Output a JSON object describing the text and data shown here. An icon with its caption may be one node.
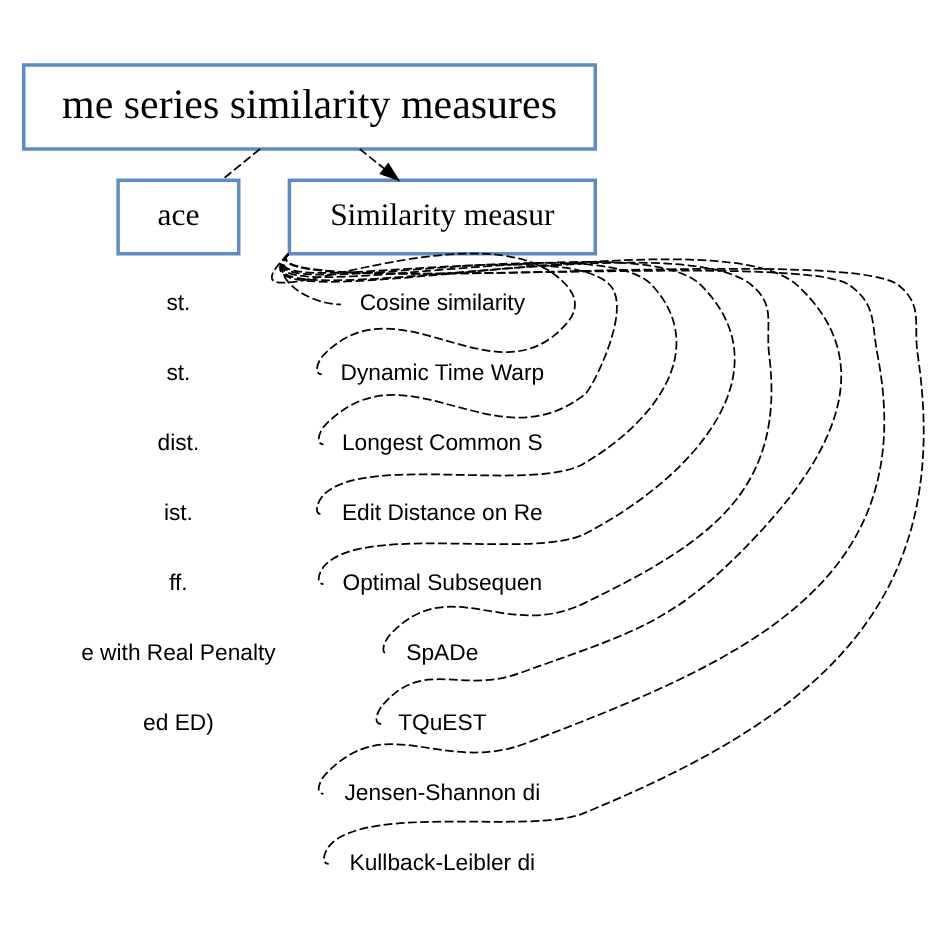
{
  "diagram": {
    "nodes": [
      {
        "text": [
          "me series similarity measures"
        ]
      },
      {
        "text": [
          "ace"
        ]
      },
      {
        "text": [
          "Similarity measur"
        ]
      },
      {
        "text": [
          "Cosine similarity"
        ]
      },
      {
        "text": [
          "Dynamic Time Warp"
        ]
      },
      {
        "text": [
          "Longest Common S"
        ]
      },
      {
        "text": [
          "Edit Distance on Re"
        ]
      },
      {
        "text": [
          "Optimal Subsequen"
        ]
      },
      {
        "text": [
          "SpADe"
        ]
      },
      {
        "text": [
          "TQuEST"
        ]
      },
      {
        "text": [
          "Jensen-Shannon di"
        ]
      },
      {
        "text": [
          "Kullback-Leibler di"
        ]
      }
    ],
    "edges": [
      {
        "from": 0,
        "to": 1,
        "arrow": "none",
        "style": "dashed"
      },
      {
        "from": 0,
        "to": 2,
        "arrow": "to",
        "style": "dashed"
      },
      {
        "from": 2,
        "to": 3,
        "arrow": "none",
        "style": "dashed"
      },
      {
        "from": 2,
        "to": 4,
        "arrow": "none",
        "style": "dashed"
      },
      {
        "from": 2,
        "to": 5,
        "arrow": "none",
        "style": "dashed"
      },
      {
        "from": 2,
        "to": 6,
        "arrow": "none",
        "style": "dashed"
      },
      {
        "from": 2,
        "to": 7,
        "arrow": "none",
        "style": "dashed"
      },
      {
        "from": 2,
        "to": 8,
        "arrow": "none",
        "style": "dashed"
      },
      {
        "from": 2,
        "to": 9,
        "arrow": "none",
        "style": "dashed"
      },
      {
        "from": 2,
        "to": 10,
        "arrow": "none",
        "style": "dashed"
      },
      {
        "from": 2,
        "to": 11,
        "arrow": "none",
        "style": "dashed"
      }
    ],
    "labels": [
      "st.",
      "st.",
      "dist.",
      "ist.",
      "ff.",
      "e with Real Penalty",
      "ed ED)"
    ]
  }
}
